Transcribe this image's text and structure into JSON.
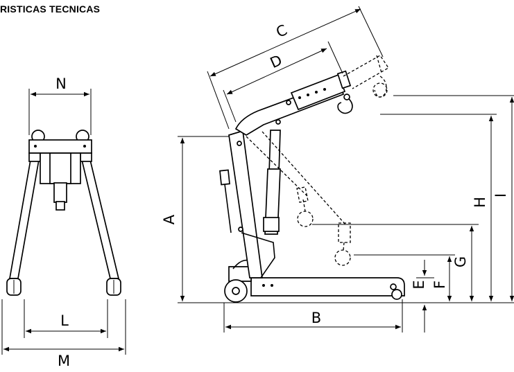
{
  "header": {
    "title": "RISTICAS TECNICAS"
  },
  "dimensions": {
    "A": "A",
    "B": "B",
    "C": "C",
    "D": "D",
    "E": "E",
    "F": "F",
    "G": "G",
    "H": "H",
    "I": "I",
    "L": "L",
    "M": "M",
    "N": "N"
  }
}
